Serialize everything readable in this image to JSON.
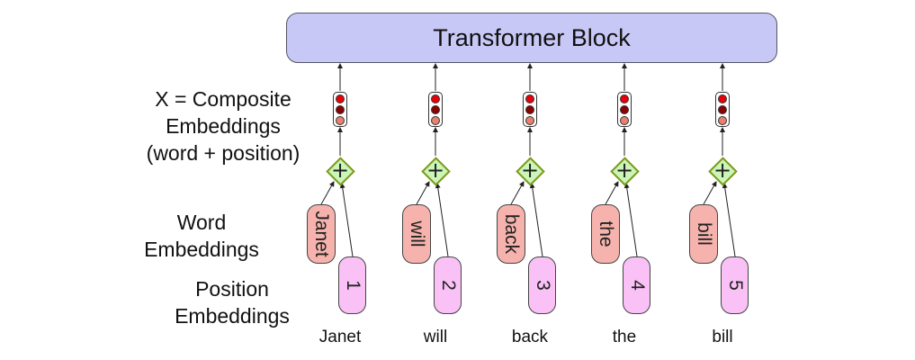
{
  "transformer": {
    "label": "Transformer Block"
  },
  "labels": {
    "composite": [
      "X = Composite",
      "Embeddings",
      "(word + position)"
    ],
    "word_embeddings": [
      "Word",
      "Embeddings"
    ],
    "position_embeddings": [
      "Position",
      "Embeddings"
    ]
  },
  "plus_symbol": "+",
  "columns": [
    {
      "word": "Janet",
      "word_pill": "Janet",
      "position": "1"
    },
    {
      "word": "will",
      "word_pill": "will",
      "position": "2"
    },
    {
      "word": "back",
      "word_pill": "back",
      "position": "3"
    },
    {
      "word": "the",
      "word_pill": "the",
      "position": "4"
    },
    {
      "word": "bill",
      "word_pill": "bill",
      "position": "5"
    }
  ],
  "colors": {
    "block": "#c8c8f7",
    "plus_fill": "#ccf5b8",
    "plus_border": "#7c9a1c",
    "word_pill": "#f6b3ad",
    "position_pill": "#f9c1f6",
    "vector_dots": [
      "#e8000b",
      "#8b0000",
      "#e88070"
    ]
  }
}
